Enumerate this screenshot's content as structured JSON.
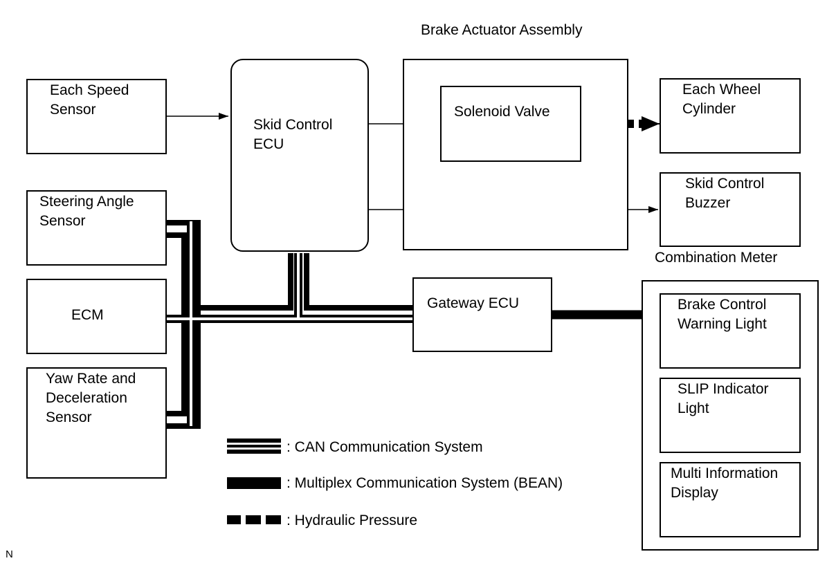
{
  "blocks": {
    "speed_sensor": "Each Speed\nSensor",
    "skid_ecu": "Skid Control\nECU",
    "actuator_title": "Brake Actuator Assembly",
    "solenoid": "Solenoid Valve",
    "wheel_cylinder": "Each Wheel\nCylinder",
    "buzzer": "Skid Control\nBuzzer",
    "combination_meter": "Combination Meter",
    "steering": "Steering Angle\nSensor",
    "ecm": "ECM",
    "yaw": "Yaw Rate and\nDeceleration\nSensor",
    "gateway": "Gateway ECU",
    "brake_warning": "Brake Control\nWarning Light",
    "slip": "SLIP Indicator\nLight",
    "mid": "Multi Information\nDisplay"
  },
  "legend": {
    "can": ": CAN Communication System",
    "bean": ": Multiplex Communication System (BEAN)",
    "hydraulic": ": Hydraulic Pressure"
  },
  "corner_mark": "N"
}
